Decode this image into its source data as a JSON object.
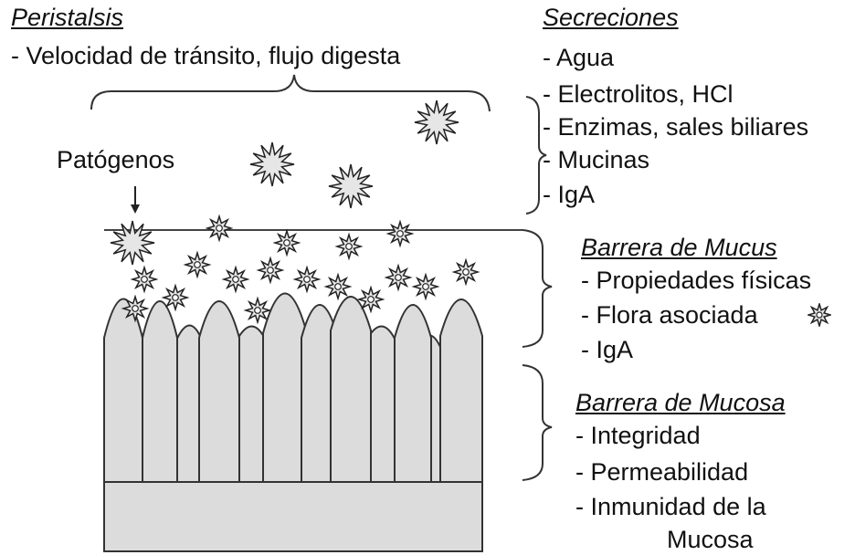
{
  "peristalsis": {
    "heading": "Peristalsis",
    "item": "- Velocidad de tránsito, flujo digesta"
  },
  "pathogens": {
    "label": "Patógenos"
  },
  "secretions": {
    "heading": "Secreciones",
    "items": [
      "- Agua",
      "- Electrolitos, HCl",
      "- Enzimas, sales biliares",
      "- Mucinas",
      "- IgA"
    ]
  },
  "mucus_barrier": {
    "heading": "Barrera de Mucus",
    "items": [
      "- Propiedades físicas",
      "-  Flora asociada",
      "- IgA"
    ],
    "flora_icon": "flora-star-icon"
  },
  "mucosa_barrier": {
    "heading": "Barrera de Mucosa",
    "items": [
      "- Integridad",
      "- Permeabilidad",
      "- Inmunidad de la",
      "Mucosa"
    ]
  },
  "colors": {
    "tissue_fill": "#dcdcdc",
    "stroke": "#333333",
    "star_fill": "#e0e0e0"
  }
}
